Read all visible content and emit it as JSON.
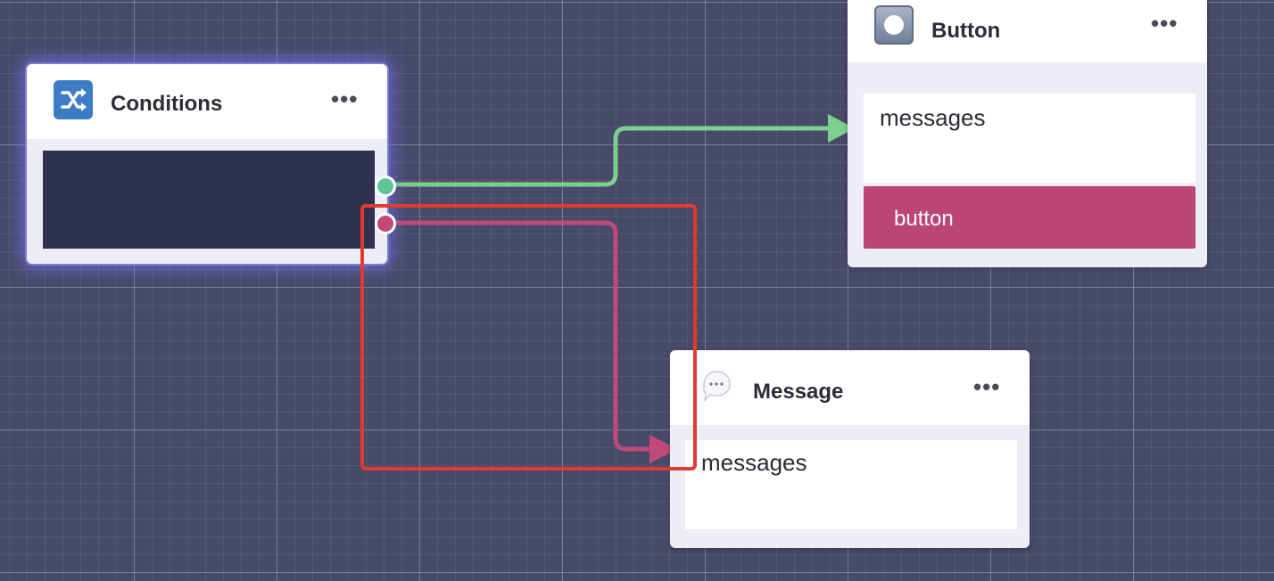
{
  "nodes": {
    "conditions": {
      "title": "Conditions",
      "menu": "•••",
      "icon": "shuffle-icon",
      "accent": "#3d7cc4"
    },
    "button": {
      "title": "Button",
      "menu": "•••",
      "icon": "button-icon",
      "messages_label": "messages",
      "button_label": "button",
      "button_color": "#bb4674"
    },
    "message": {
      "title": "Message",
      "menu": "•••",
      "icon": "speech-bubble-icon",
      "messages_label": "messages"
    }
  },
  "connections": {
    "green": {
      "from": "conditions",
      "to": "button",
      "color": "#7ccf8c"
    },
    "pink": {
      "from": "conditions",
      "to": "message",
      "color": "#c0497a"
    }
  },
  "highlight": {
    "color": "#e23a2e"
  }
}
